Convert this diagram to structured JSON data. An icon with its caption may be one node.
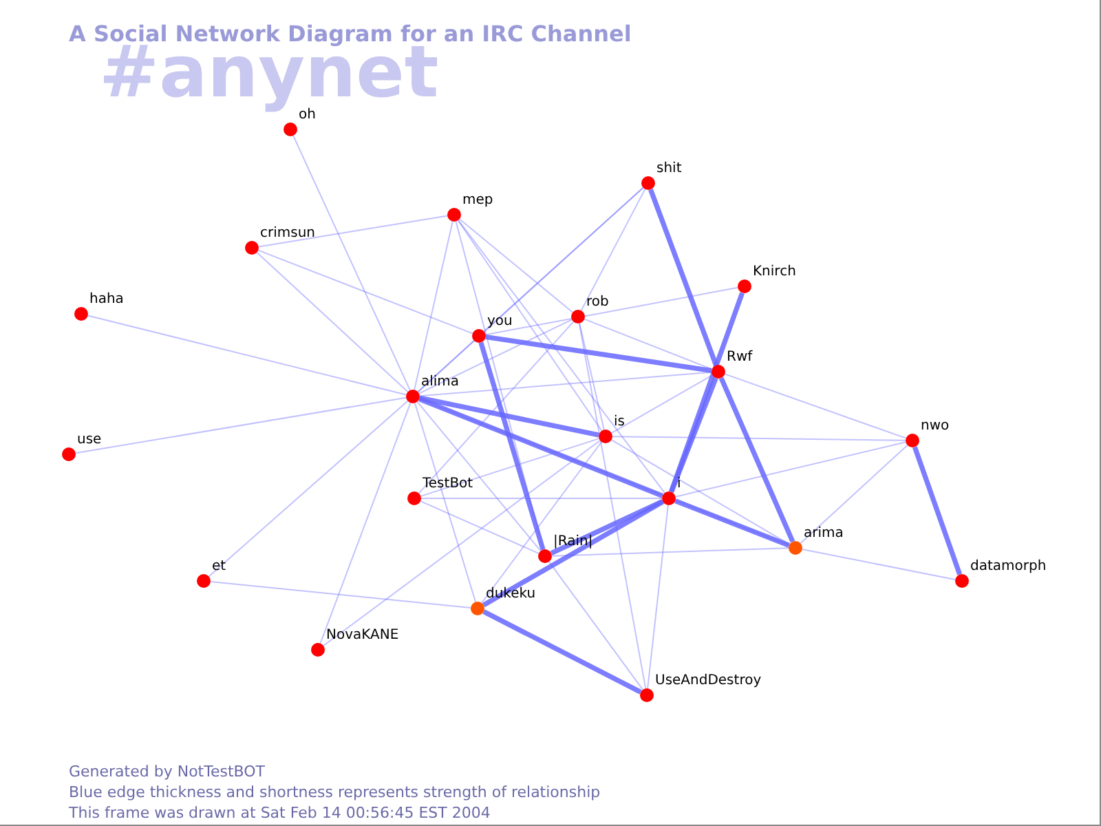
{
  "diagram": {
    "title": "A Social Network Diagram for an IRC Channel",
    "nodes": [
      {
        "text": [
          "oh"
        ]
      },
      {
        "text": [
          "mep"
        ]
      },
      {
        "text": [
          "shit"
        ]
      },
      {
        "text": [
          "crimsun"
        ]
      },
      {
        "text": [
          "Knirch"
        ]
      },
      {
        "text": [
          "haha"
        ]
      },
      {
        "text": [
          "rob"
        ]
      },
      {
        "text": [
          "you"
        ]
      },
      {
        "text": [
          "Rwf"
        ]
      },
      {
        "text": [
          "alima"
        ]
      },
      {
        "text": [
          "is"
        ]
      },
      {
        "text": [
          "nwo"
        ]
      },
      {
        "text": [
          "use"
        ]
      },
      {
        "text": [
          "TestBot"
        ]
      },
      {
        "text": [
          "i"
        ]
      },
      {
        "text": [
          "arima"
        ]
      },
      {
        "text": [
          "|Rain|"
        ]
      },
      {
        "text": [
          "datamorph"
        ]
      },
      {
        "text": [
          "et"
        ]
      },
      {
        "text": [
          "dukeku"
        ]
      },
      {
        "text": [
          "NovaKANE"
        ]
      },
      {
        "text": [
          "UseAndDestroy"
        ]
      }
    ],
    "edges": [
      {
        "from": 0,
        "to": 9,
        "arrow": "none"
      },
      {
        "from": 3,
        "to": 1,
        "arrow": "none"
      },
      {
        "from": 3,
        "to": 7,
        "arrow": "none"
      },
      {
        "from": 3,
        "to": 9,
        "arrow": "none"
      },
      {
        "from": 1,
        "to": 9,
        "arrow": "none"
      },
      {
        "from": 1,
        "to": 16,
        "arrow": "none"
      },
      {
        "from": 1,
        "to": 6,
        "arrow": "none"
      },
      {
        "from": 1,
        "to": 10,
        "arrow": "none"
      },
      {
        "from": 1,
        "to": 14,
        "arrow": "none"
      },
      {
        "from": 5,
        "to": 9,
        "arrow": "none"
      },
      {
        "from": 12,
        "to": 9,
        "arrow": "none"
      },
      {
        "from": 18,
        "to": 9,
        "arrow": "none"
      },
      {
        "from": 20,
        "to": 9,
        "arrow": "none"
      },
      {
        "from": 9,
        "to": 7,
        "arrow": "none"
      },
      {
        "from": 9,
        "to": 6,
        "arrow": "none"
      },
      {
        "from": 9,
        "to": 8,
        "arrow": "none"
      },
      {
        "from": 9,
        "to": 10,
        "arrow": "none",
        "style": "thick"
      },
      {
        "from": 9,
        "to": 14,
        "arrow": "none",
        "style": "thick"
      },
      {
        "from": 9,
        "to": 2,
        "arrow": "none"
      },
      {
        "from": 9,
        "to": 19,
        "arrow": "none"
      },
      {
        "from": 9,
        "to": 16,
        "arrow": "none"
      },
      {
        "from": 9,
        "to": 15,
        "arrow": "none"
      },
      {
        "from": 7,
        "to": 8,
        "arrow": "none",
        "style": "thick"
      },
      {
        "from": 7,
        "to": 16,
        "arrow": "none",
        "style": "thick"
      },
      {
        "from": 7,
        "to": 2,
        "arrow": "none"
      },
      {
        "from": 6,
        "to": 8,
        "arrow": "none"
      },
      {
        "from": 6,
        "to": 13,
        "arrow": "none"
      },
      {
        "from": 6,
        "to": 10,
        "arrow": "none"
      },
      {
        "from": 6,
        "to": 21,
        "arrow": "none"
      },
      {
        "from": 6,
        "to": 2,
        "arrow": "none"
      },
      {
        "from": 4,
        "to": 14,
        "arrow": "none",
        "style": "thick"
      },
      {
        "from": 4,
        "to": 7,
        "arrow": "none"
      },
      {
        "from": 2,
        "to": 8,
        "arrow": "none",
        "style": "thick"
      },
      {
        "from": 8,
        "to": 10,
        "arrow": "none"
      },
      {
        "from": 8,
        "to": 14,
        "arrow": "none",
        "style": "thick"
      },
      {
        "from": 8,
        "to": 15,
        "arrow": "none",
        "style": "thick"
      },
      {
        "from": 8,
        "to": 11,
        "arrow": "none"
      },
      {
        "from": 10,
        "to": 11,
        "arrow": "none"
      },
      {
        "from": 10,
        "to": 19,
        "arrow": "none"
      },
      {
        "from": 10,
        "to": 13,
        "arrow": "none"
      },
      {
        "from": 10,
        "to": 15,
        "arrow": "none"
      },
      {
        "from": 14,
        "to": 11,
        "arrow": "none"
      },
      {
        "from": 14,
        "to": 16,
        "arrow": "none",
        "style": "thick"
      },
      {
        "from": 14,
        "to": 19,
        "arrow": "none",
        "style": "thick"
      },
      {
        "from": 14,
        "to": 13,
        "arrow": "none"
      },
      {
        "from": 14,
        "to": 15,
        "arrow": "none",
        "style": "thick"
      },
      {
        "from": 14,
        "to": 21,
        "arrow": "none"
      },
      {
        "from": 15,
        "to": 11,
        "arrow": "none"
      },
      {
        "from": 15,
        "to": 17,
        "arrow": "none"
      },
      {
        "from": 15,
        "to": 16,
        "arrow": "none"
      },
      {
        "from": 11,
        "to": 17,
        "arrow": "none",
        "style": "thick"
      },
      {
        "from": 13,
        "to": 16,
        "arrow": "none"
      },
      {
        "from": 19,
        "to": 21,
        "arrow": "none",
        "style": "thick"
      },
      {
        "from": 16,
        "to": 21,
        "arrow": "none"
      },
      {
        "from": 18,
        "to": 19,
        "arrow": "none"
      },
      {
        "from": 20,
        "to": 10,
        "arrow": "none"
      }
    ],
    "labels": [
      "#anynet",
      "Generated by NotTestBOT",
      "Blue edge thickness and shortness represents strength of relationship",
      "This frame was drawn at Sat Feb 14 00:56:45 EST 2004"
    ]
  }
}
